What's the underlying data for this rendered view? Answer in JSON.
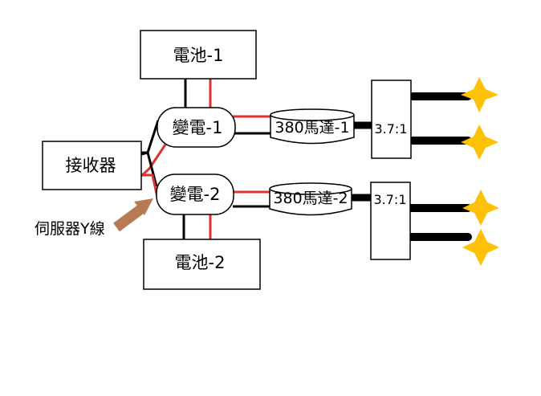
{
  "nodes": {
    "battery1": "電池-1",
    "battery2": "電池-2",
    "receiver": "接收器",
    "esc1": "變電-1",
    "esc2": "變電-2",
    "motor1": "380馬達-1",
    "motor2": "380馬達-2",
    "gearbox1": "3.7:1",
    "gearbox2": "3.7:1"
  },
  "annotation": {
    "servo_y_cable": "伺服器Y線"
  },
  "colors": {
    "positive_wire": "#e03030",
    "negative_wire": "#000000",
    "arrow": "#b87a55",
    "star": "#ffc107"
  },
  "icons": {
    "wheel": "star-icon"
  }
}
